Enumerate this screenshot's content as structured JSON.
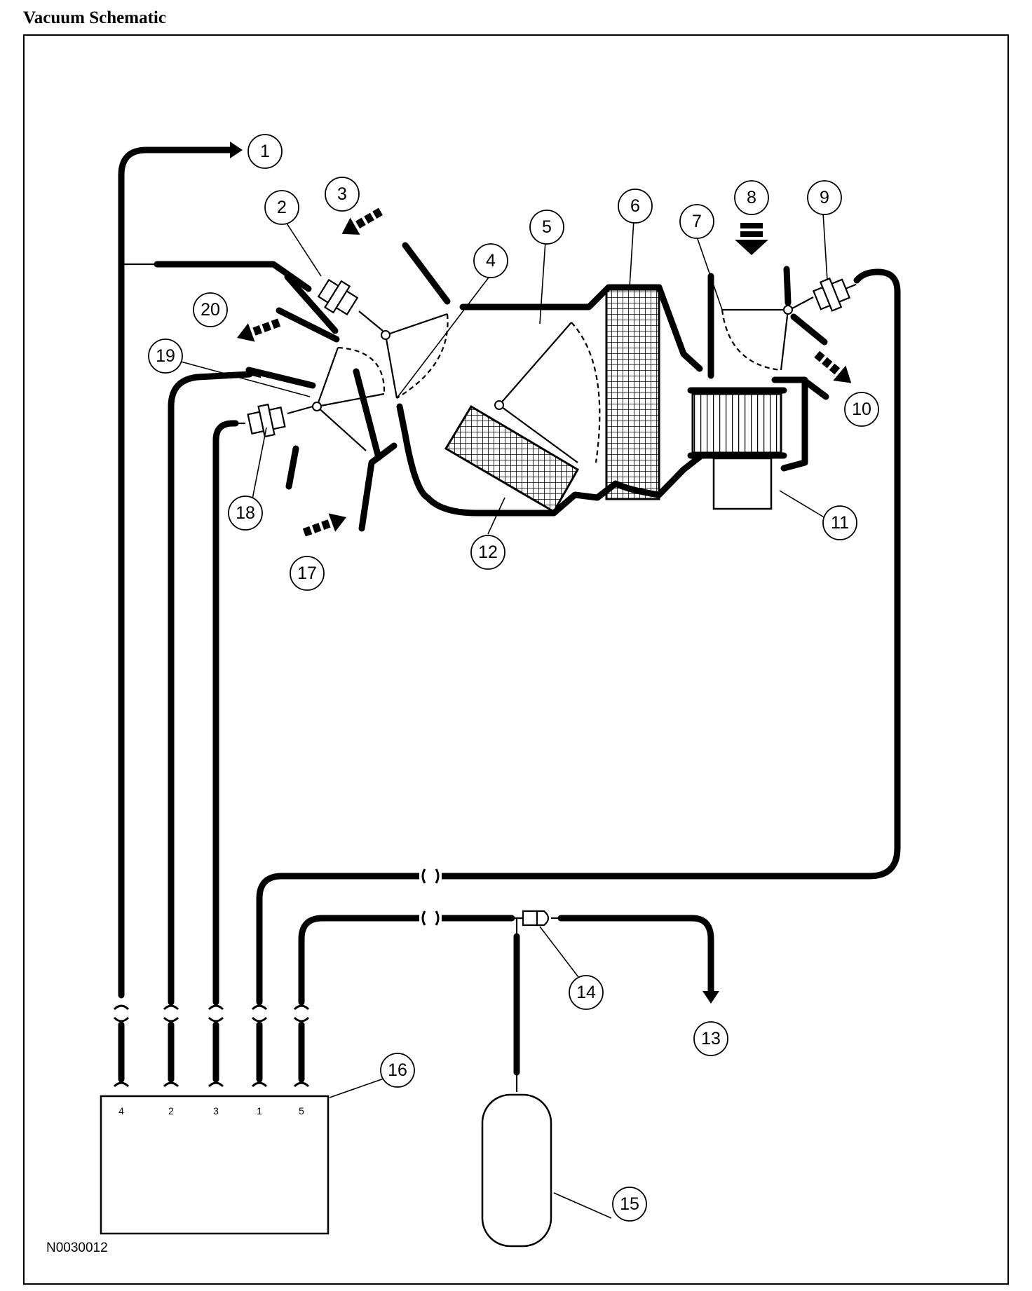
{
  "title": "Vacuum Schematic",
  "figure_id": "N0030012",
  "callouts": [
    "1",
    "2",
    "3",
    "4",
    "5",
    "6",
    "7",
    "8",
    "9",
    "10",
    "11",
    "12",
    "13",
    "14",
    "15",
    "16",
    "17",
    "18",
    "19",
    "20"
  ],
  "module_ports": [
    "4",
    "2",
    "3",
    "1",
    "5"
  ]
}
